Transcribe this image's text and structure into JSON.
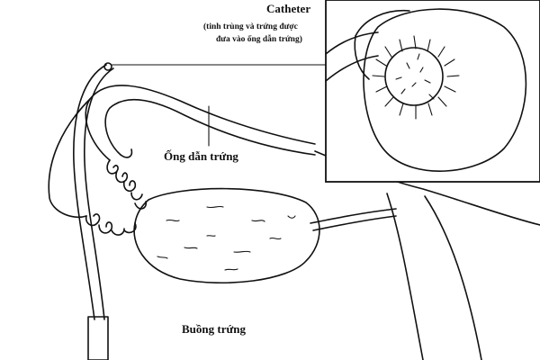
{
  "labels": {
    "catheter": "Catheter",
    "catheter_note_1": "(tinh trùng và trứng được",
    "catheter_note_2": "đưa vào ống dẫn trứng)",
    "fallopian_tube": "Ống dẫn trứng",
    "ovary": "Buồng trứng"
  }
}
